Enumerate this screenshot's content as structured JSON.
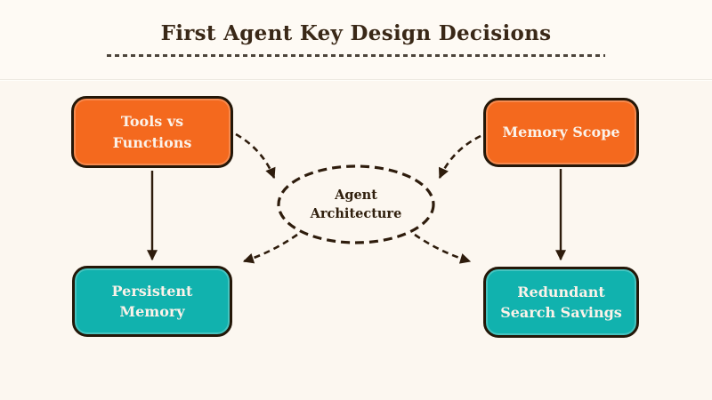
{
  "title": "First Agent Key Design Decisions",
  "center": {
    "label": "Agent\nArchitecture"
  },
  "nodes": [
    {
      "id": "tools-vs-functions",
      "label": "Tools vs\nFunctions",
      "color": "#F4691E"
    },
    {
      "id": "memory-scope",
      "label": "Memory Scope",
      "color": "#F4691E"
    },
    {
      "id": "persistent-memory",
      "label": "Persistent\nMemory",
      "color": "#11B2AE"
    },
    {
      "id": "redundant-search-savings",
      "label": "Redundant\nSearch Savings",
      "color": "#11B2AE"
    }
  ],
  "connections": [
    {
      "from": "tools-vs-functions",
      "to": "persistent-memory",
      "style": "solid"
    },
    {
      "from": "memory-scope",
      "to": "redundant-search-savings",
      "style": "solid"
    },
    {
      "from": "tools-vs-functions",
      "to": "agent-architecture",
      "style": "dashed"
    },
    {
      "from": "memory-scope",
      "to": "agent-architecture",
      "style": "dashed"
    },
    {
      "from": "agent-architecture",
      "to": "persistent-memory",
      "style": "dashed"
    },
    {
      "from": "agent-architecture",
      "to": "redundant-search-savings",
      "style": "dashed"
    }
  ],
  "colors": {
    "background": "#FCF7F0",
    "header_band": "#FEFAF4",
    "orange": "#F4691E",
    "teal": "#11B2AE",
    "ink": "#2E1C0C",
    "title_text": "#3A2817",
    "node_text": "#FBF2E9"
  }
}
